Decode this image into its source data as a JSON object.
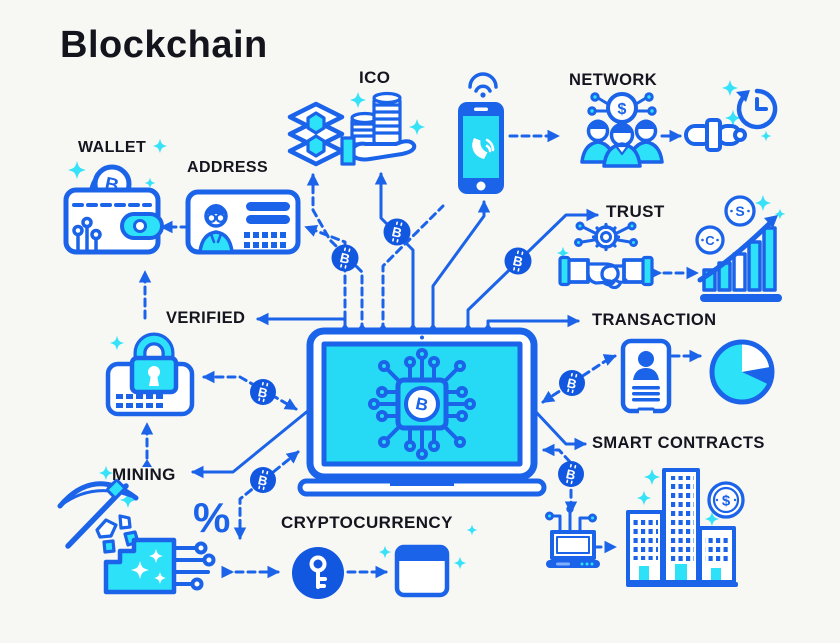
{
  "page": {
    "title": "Blockchain",
    "background": "#f7f7f4"
  },
  "palette": {
    "primary_blue": "#1b63e8",
    "solid_blue": "#1257df",
    "cyan": "#2ce1f8",
    "screen_cyan": "#26d9f5",
    "text_dark": "#15151f",
    "white": "#ffffff"
  },
  "labels": {
    "wallet": "WALLET",
    "address": "ADDRESS",
    "ico": "ICO",
    "network": "NETWORK",
    "trust": "TRUST",
    "transaction": "TRANSACTION",
    "verified": "VERIFIED",
    "mining": "MINING",
    "smart_contracts": "SMART CONTRACTS",
    "cryptocurrency": "CRYPTOCURRENCY",
    "percent": "%"
  },
  "glyphs": {
    "bitcoin": "B",
    "dollar": "$",
    "cent": "C",
    "s_coin": "S"
  },
  "icons": {
    "wallet-icon": "wallet with bitcoin coin and circuit",
    "id-card-icon": "address ID card with avatar",
    "blockchain-layers-icon": "stacked layers with hexagons",
    "coins-hand-icon": "hand holding coin stacks (ICO)",
    "smartphone-call-icon": "phone with call glyph and wifi",
    "user-group-icon": "three users under dollar coin (network)",
    "chain-link-icon": "chain links",
    "history-clock-icon": "clock with counterclockwise arrow",
    "handshake-gear-icon": "handshake with gear (trust)",
    "growth-chart-icon": "rising bar chart with coins and arrow",
    "padlock-card-icon": "padlock on verified card",
    "pickaxe-icon": "mining pickaxe",
    "ore-block-icon": "cyan ore block with circuit",
    "key-circle-icon": "key in blue circle",
    "crypto-wallet-icon": "small wallet window",
    "cpu-laptop-icon": "laptop with bitcoin CPU chip",
    "mini-laptop-icon": "small laptop with circuit antennae",
    "buildings-icon": "three office towers",
    "dollar-coin-icon": "dollar coin",
    "person-doc-icon": "transaction document with avatar",
    "pie-chart-icon": "pie chart",
    "bitcoin-badge-icon": "blue circle with B",
    "sparkle-icon": "four-point sparkle"
  }
}
